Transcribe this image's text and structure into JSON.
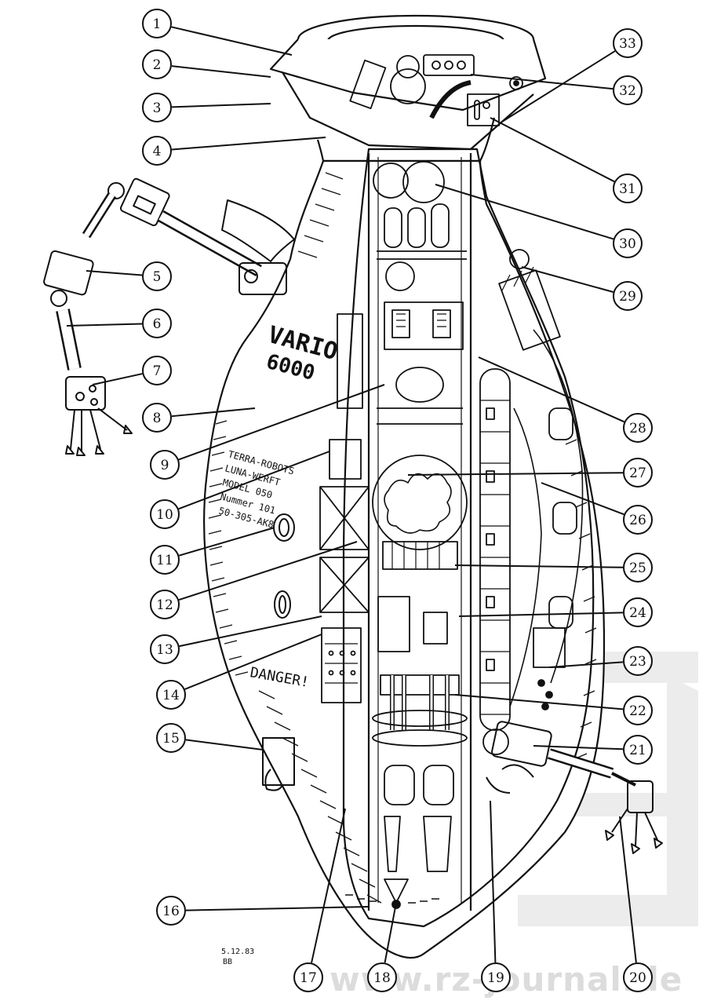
{
  "hull_text": {
    "model_name": "VARIO",
    "model_number": "6000",
    "plate_line_1": "TERRA-ROBOTS",
    "plate_line_2": "LUNA-WERFT",
    "plate_line_3": "MODEL 050",
    "plate_line_4": "Nummer 101",
    "plate_line_5": "50-305-AK8",
    "warning": "DANGER!"
  },
  "signature": {
    "line_1": "5.12.83",
    "line_2": "BB"
  },
  "watermark": "www.rz-journal.de",
  "callouts": [
    {
      "number": "1"
    },
    {
      "number": "2"
    },
    {
      "number": "3"
    },
    {
      "number": "4"
    },
    {
      "number": "5"
    },
    {
      "number": "6"
    },
    {
      "number": "7"
    },
    {
      "number": "8"
    },
    {
      "number": "9"
    },
    {
      "number": "10"
    },
    {
      "number": "11"
    },
    {
      "number": "12"
    },
    {
      "number": "13"
    },
    {
      "number": "14"
    },
    {
      "number": "15"
    },
    {
      "number": "16"
    },
    {
      "number": "17"
    },
    {
      "number": "18"
    },
    {
      "number": "19"
    },
    {
      "number": "20"
    },
    {
      "number": "21"
    },
    {
      "number": "22"
    },
    {
      "number": "23"
    },
    {
      "number": "24"
    },
    {
      "number": "25"
    },
    {
      "number": "26"
    },
    {
      "number": "27"
    },
    {
      "number": "28"
    },
    {
      "number": "29"
    },
    {
      "number": "30"
    },
    {
      "number": "31"
    },
    {
      "number": "32"
    },
    {
      "number": "33"
    }
  ],
  "colors": {
    "ink": "#111111",
    "paper": "#ffffff",
    "watermark": "#e2e2e2"
  }
}
